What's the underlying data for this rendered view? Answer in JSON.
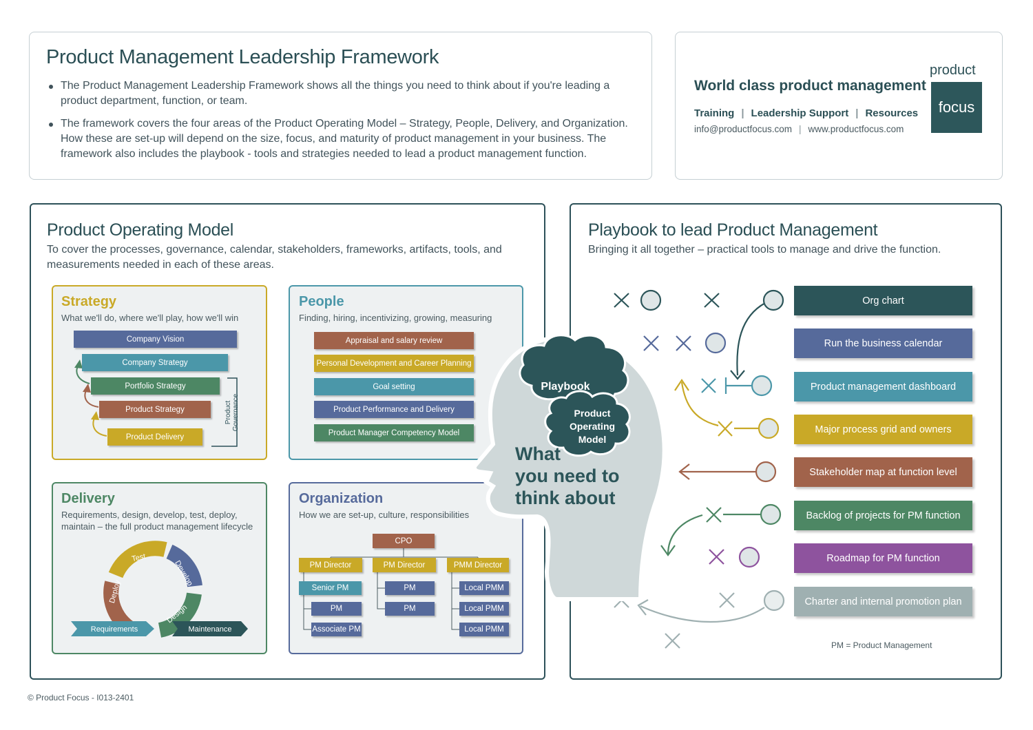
{
  "header": {
    "title": "Product Management Leadership Framework",
    "bullets": [
      "The Product Management Leadership Framework shows all the things you need to think about if you're leading a product department, function, or team.",
      "The framework covers the four areas of the Product Operating Model – Strategy, People, Delivery, and Organization. How these are set-up will depend on the size, focus, and maturity of product management in your business. The framework also includes the playbook - tools and strategies needed to lead a product management function."
    ]
  },
  "brand": {
    "tagline": "World class product management",
    "links": [
      "Training",
      "Leadership Support",
      "Resources"
    ],
    "email": "info@productfocus.com",
    "website": "www.productfocus.com",
    "logo_top": "product",
    "logo_bottom": "focus"
  },
  "operating_model": {
    "title": "Product Operating Model",
    "subtitle": "To cover the processes, governance, calendar, stakeholders, frameworks, artifacts, tools, and measurements needed in each of these areas.",
    "strategy": {
      "title": "Strategy",
      "subtitle": "What we'll do, where we'll play, how we'll win",
      "items": [
        "Company Vision",
        "Company Strategy",
        "Portfolio Strategy",
        "Product Strategy",
        "Product Delivery"
      ],
      "governance_label": "Product Governance"
    },
    "people": {
      "title": "People",
      "subtitle": "Finding, hiring, incentivizing, growing, measuring",
      "items": [
        "Appraisal and salary review",
        "Personal Development and Career Planning",
        "Goal setting",
        "Product Performance and Delivery",
        "Product Manager Competency Model"
      ]
    },
    "delivery": {
      "title": "Delivery",
      "subtitle": "Requirements, design, develop, test, deploy, maintain – the full product management lifecycle",
      "cycle": [
        "Test",
        "Develop",
        "Design",
        "Deploy"
      ],
      "start": "Requirements",
      "end": "Maintenance"
    },
    "organization": {
      "title": "Organization",
      "subtitle": "How we are set-up, culture, responsibilities",
      "top": "CPO",
      "directors": [
        "PM Director",
        "PM Director",
        "PMM Director"
      ],
      "col1": [
        "Senior PM",
        "PM",
        "Associate PM"
      ],
      "col2": [
        "PM",
        "PM"
      ],
      "col3": [
        "Local PMM",
        "Local PMM",
        "Local PMM"
      ]
    }
  },
  "head": {
    "playbook": "Playbook",
    "pom": [
      "Product",
      "Operating",
      "Model"
    ],
    "caption": [
      "What",
      "you need to",
      "think about"
    ]
  },
  "playbook": {
    "title": "Playbook to lead Product Management",
    "subtitle": "Bringing it all together – practical tools to manage and drive the function.",
    "items": [
      {
        "label": "Org chart",
        "color": "#2c5559"
      },
      {
        "label": "Run the business calendar",
        "color": "#566a9b"
      },
      {
        "label": "Product management dashboard",
        "color": "#4b97a9"
      },
      {
        "label": "Major process grid and owners",
        "color": "#c9a927"
      },
      {
        "label": "Stakeholder map at function level",
        "color": "#a1634b"
      },
      {
        "label": "Backlog of projects for PM function",
        "color": "#4d8764"
      },
      {
        "label": "Roadmap for PM function",
        "color": "#8e539e"
      },
      {
        "label": "Charter and internal promotion plan",
        "color": "#9fb0b1"
      }
    ],
    "footnote": "PM = Product Management"
  },
  "footer": "© Product Focus - I013-2401"
}
